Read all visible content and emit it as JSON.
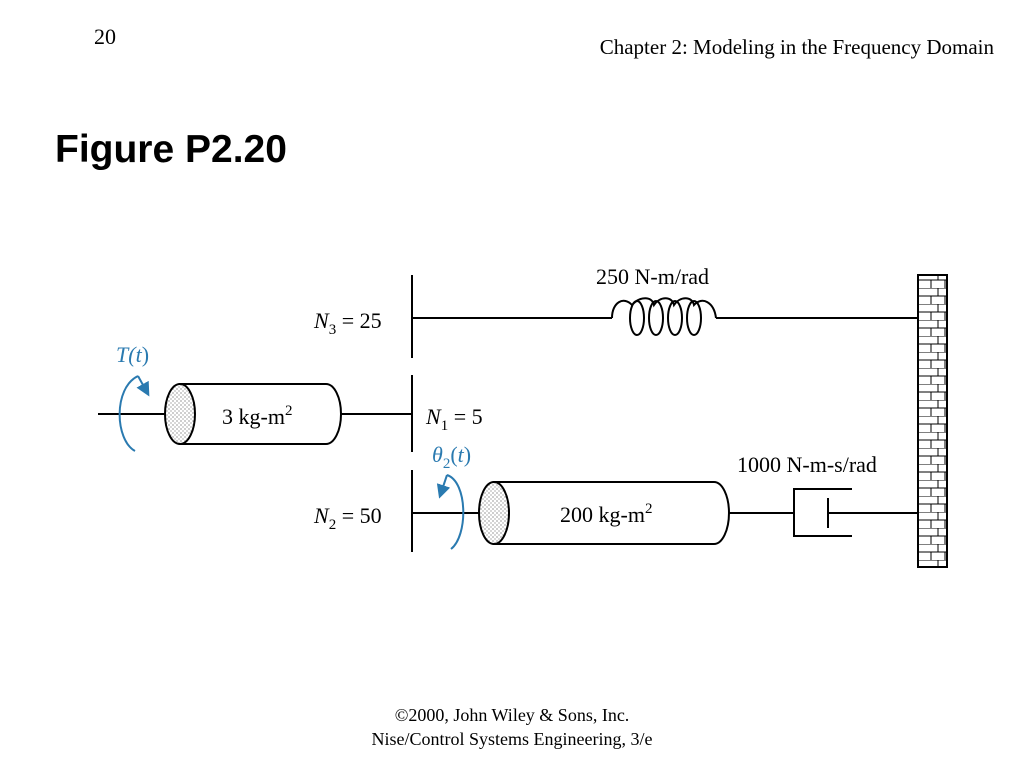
{
  "header": {
    "page_number": "20",
    "chapter_title": "Chapter 2: Modeling in the Frequency Domain"
  },
  "figure": {
    "title": "Figure P2.20"
  },
  "diagram": {
    "gear_n3": {
      "symbol": "N",
      "subscript": "3",
      "value": " = 25"
    },
    "gear_n1": {
      "symbol": "N",
      "subscript": "1",
      "value": " = 5"
    },
    "gear_n2": {
      "symbol": "N",
      "subscript": "2",
      "value": " = 50"
    },
    "spring_label": "250 N-m/rad",
    "damper_label": "1000 N-m-s/rad",
    "inertia_small": {
      "value": "3 kg-m",
      "exponent": "2"
    },
    "inertia_large": {
      "value": "200 kg-m",
      "exponent": "2"
    },
    "torque_label": {
      "prefix": "T(",
      "var": "t",
      "suffix": ")"
    },
    "angle_label": {
      "symbol": "θ",
      "subscript": "2",
      "prefix": "(",
      "var": "t",
      "suffix": ")"
    },
    "accent_color": "#2a7ab0"
  },
  "footer": {
    "copyright": "©2000, John Wiley & Sons, Inc.",
    "book": "Nise/Control Systems Engineering, 3/e"
  }
}
